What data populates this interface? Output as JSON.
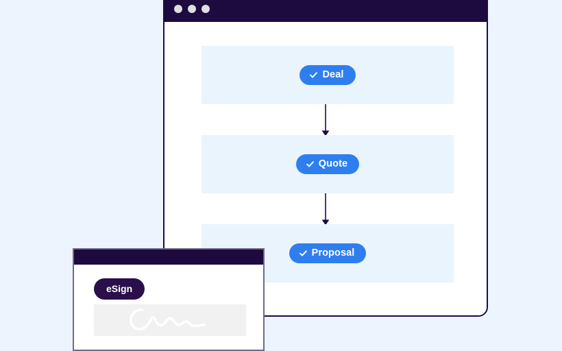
{
  "page": {
    "background_color": "#eef4fe",
    "title": "Deal to eSign workflow illustration"
  },
  "main_window": {
    "titlebar": {
      "color": "#1d0a3f",
      "dots": [
        {
          "name": "window-dot-close",
          "color": "#dedede"
        },
        {
          "name": "window-dot-minimize",
          "color": "#dedede"
        },
        {
          "name": "window-dot-maximize",
          "color": "#dedede"
        }
      ]
    },
    "border_color": "#1d0a3f",
    "body_color": "#ffffff",
    "flow": {
      "band_color": "#eaf4fd",
      "accent_color": "#2f7ef0",
      "arrow_color": "#1d0a3f",
      "steps": [
        {
          "id": "deal",
          "label": "Deal",
          "icon": "check-icon",
          "state": "complete"
        },
        {
          "id": "quote",
          "label": "Quote",
          "icon": "check-icon",
          "state": "complete"
        },
        {
          "id": "proposal",
          "label": "Proposal",
          "icon": "check-icon",
          "state": "complete"
        }
      ],
      "connectors": [
        {
          "id": "deal-to-quote",
          "from": "deal",
          "to": "quote",
          "direction": "down"
        },
        {
          "id": "quote-to-proposal",
          "from": "quote",
          "to": "proposal",
          "direction": "down"
        }
      ]
    }
  },
  "esign_window": {
    "titlebar": {
      "color": "#1d0a3f"
    },
    "border_color": "#6e6a86",
    "badge": {
      "label": "eSign",
      "color": "#2a0f4a",
      "text_color": "#ffffff"
    },
    "signature_field": {
      "name": "signature-canvas",
      "background_color": "#f1f1f1",
      "stroke_color": "#ffffff",
      "value": ""
    }
  }
}
